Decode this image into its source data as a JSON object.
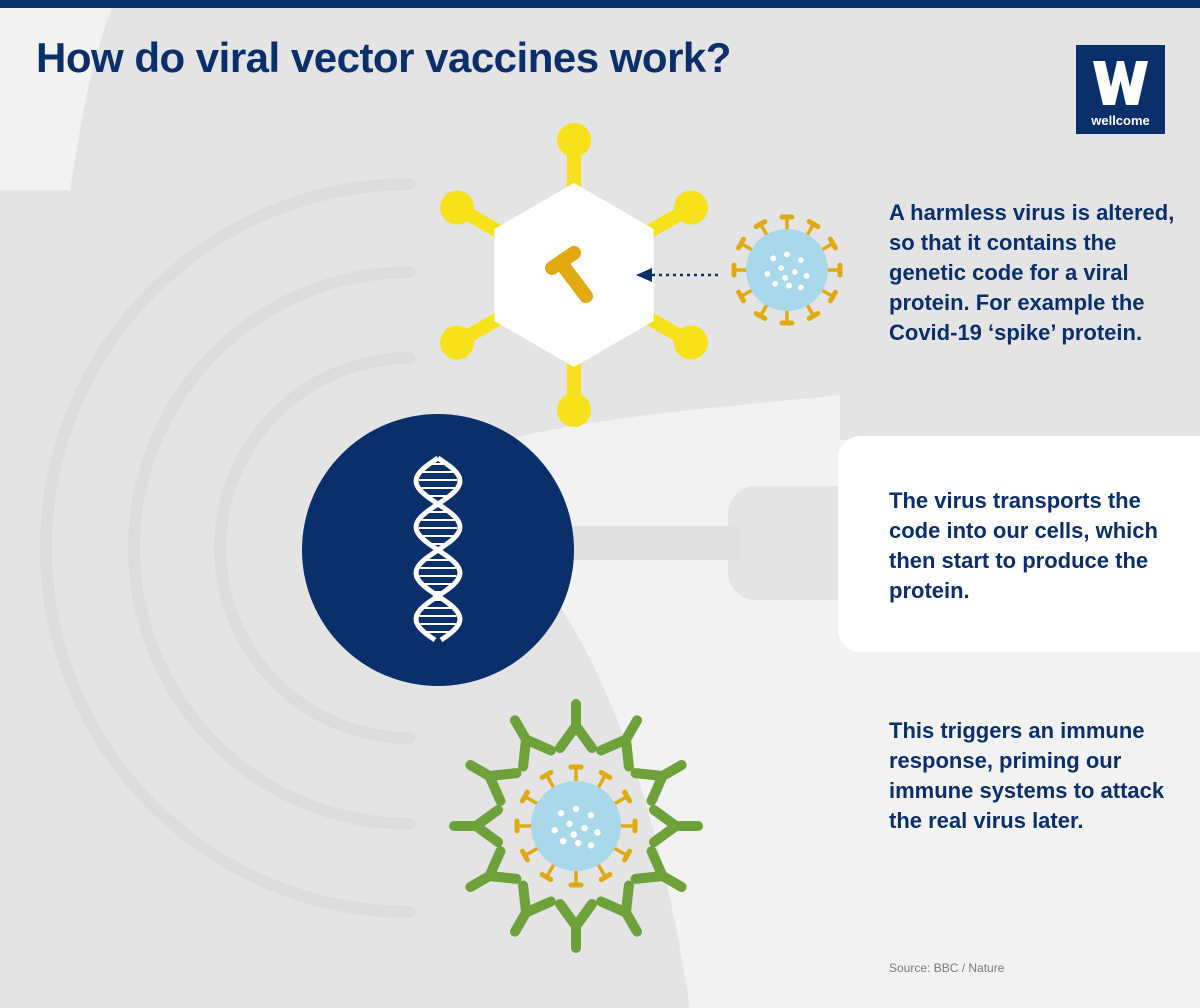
{
  "title": "How do viral vector vaccines work?",
  "logo": {
    "text": "wellcome"
  },
  "steps": [
    {
      "text": "A harmless virus is altered, so that it contains the genetic code for a viral protein. For example the Covid-19 ‘spike’ protein."
    },
    {
      "text": "The virus transports the code into our cells, which then start to produce the protein."
    },
    {
      "text": "This triggers an immune response, priming our immune systems to attack the real virus later."
    }
  ],
  "source": "Source: BBC / Nature",
  "colors": {
    "navy": "#0a2f6b",
    "yellow": "#f7e11b",
    "mustard": "#e2aa12",
    "light_blue": "#a9d8ea",
    "green": "#6fa13b",
    "silhouette": "#e4e4e4",
    "arc": "#dcdcdc",
    "background": "#f2f2f2"
  },
  "icons": [
    "wellcome-logo-icon",
    "viral-vector-icon",
    "gene-icon",
    "arrow-left-icon",
    "coronavirus-icon",
    "dna-icon",
    "antibody-icon"
  ]
}
